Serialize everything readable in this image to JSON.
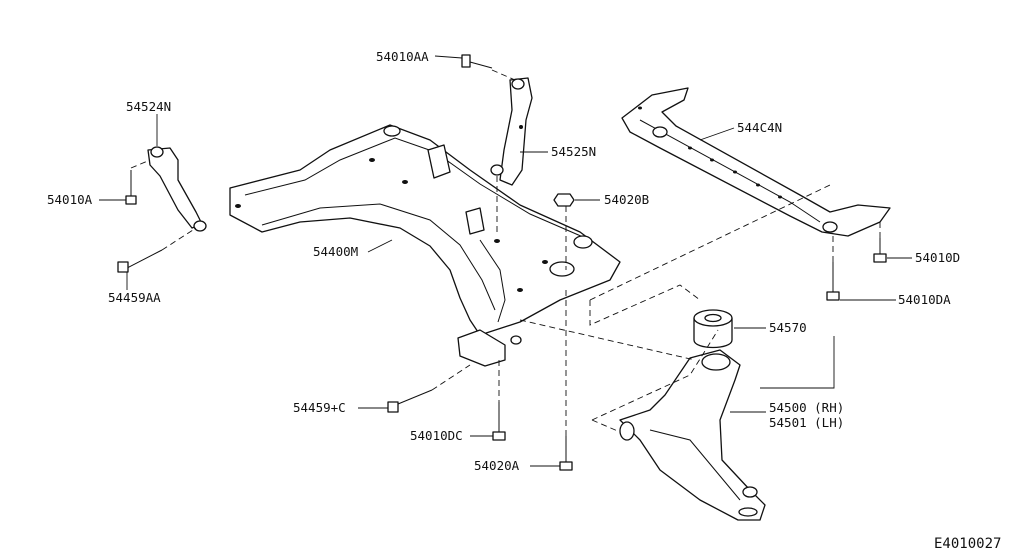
{
  "diagram": {
    "ref_code": "E4010027",
    "labels": {
      "p54010AA": "54010AA",
      "p54524N": "54524N",
      "p54525N": "54525N",
      "p544C4N": "544C4N",
      "p54010A": "54010A",
      "p54020B": "54020B",
      "p54400M": "54400M",
      "p54010D": "54010D",
      "p54459AA": "54459AA",
      "p54010DA": "54010DA",
      "p54570": "54570",
      "p54500": "54500 (RH)",
      "p54501": "54501 (LH)",
      "p54459C": "54459+C",
      "p54010DC": "54010DC",
      "p54020A": "54020A"
    }
  }
}
